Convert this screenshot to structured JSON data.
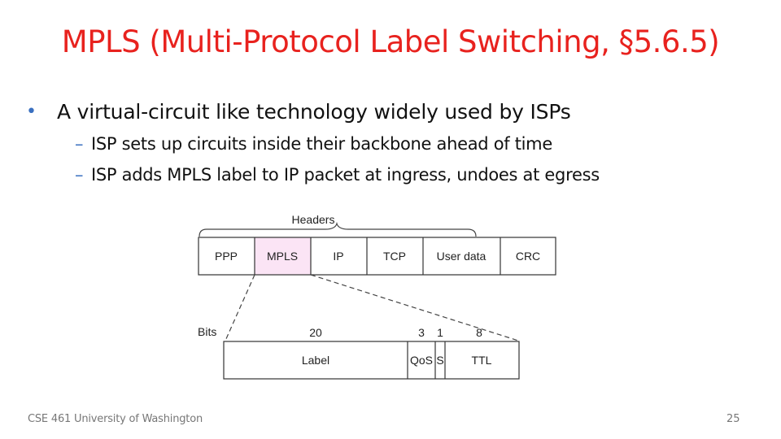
{
  "slide": {
    "title": "MPLS (Multi-Protocol Label Switching, §5.6.5)",
    "bullet_main": "A virtual-circuit like technology widely used by ISPs",
    "sub_bullets": [
      "ISP sets up circuits inside their backbone ahead of time",
      "ISP adds MPLS label to IP packet at ingress, undoes at egress"
    ],
    "footer_left": "CSE 461 University of Washington",
    "page_number": "25"
  },
  "diagram": {
    "headers_label": "Headers",
    "bits_label": "Bits",
    "packet_fields": [
      "PPP",
      "MPLS",
      "IP",
      "TCP",
      "User data",
      "CRC"
    ],
    "mpls_fields": [
      {
        "name": "Label",
        "bits": "20"
      },
      {
        "name": "QoS",
        "bits": "3"
      },
      {
        "name": "S",
        "bits": "1"
      },
      {
        "name": "TTL",
        "bits": "8"
      }
    ]
  },
  "colors": {
    "title": "#e8221e",
    "bullet_marker": "#3a70c0",
    "mpls_highlight": "#fbe4f5"
  }
}
